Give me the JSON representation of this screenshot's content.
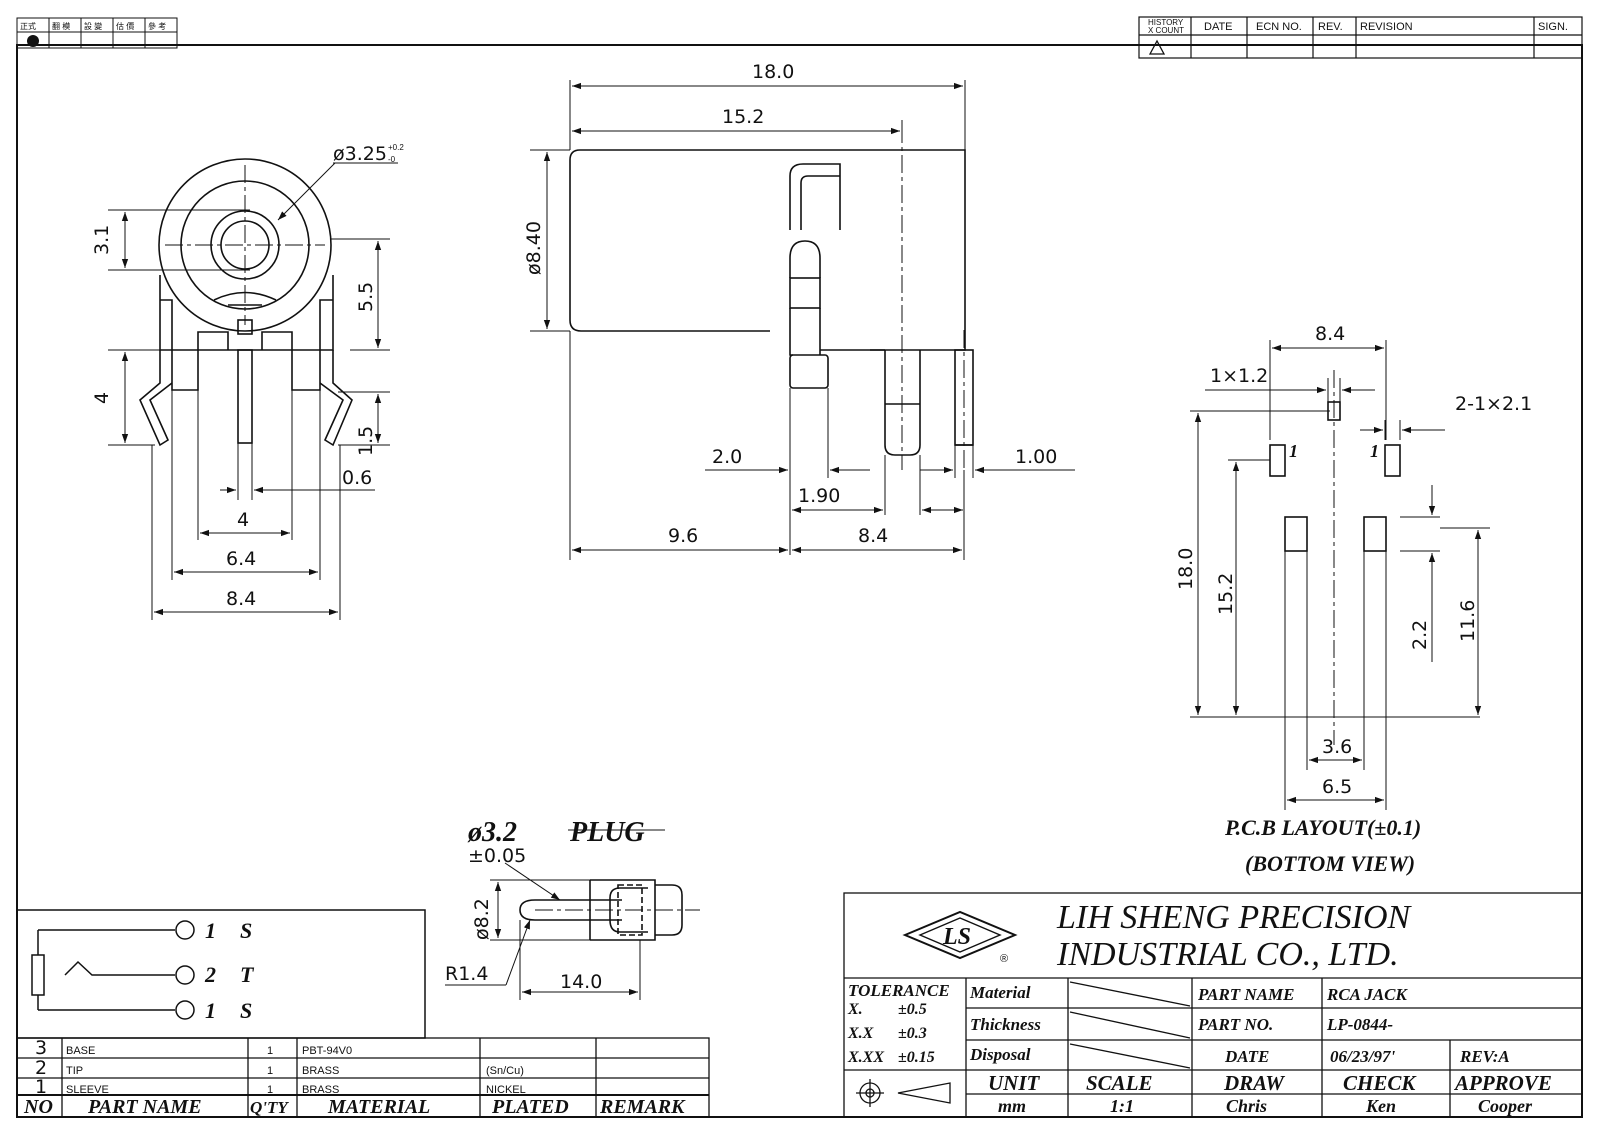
{
  "top_stamp": {
    "cells": [
      "正式",
      "翻 模",
      "設 變",
      "估 價",
      "參 考"
    ]
  },
  "revision_header": {
    "history": "HISTORY",
    "xcount": "X COUNT",
    "date": "DATE",
    "ecn": "ECN NO.",
    "rev": "REV.",
    "revision": "REVISION",
    "sign": "SIGN."
  },
  "dims": {
    "front_dia": "ø3.25",
    "front_dia_tol_plus": "+0.2",
    "front_dia_tol_minus": "-0",
    "d_3_1": "3.1",
    "d_5_5": "5.5",
    "d_4v": "4",
    "d_1_5": "1.5",
    "d_0_6": "0.6",
    "d_4h": "4",
    "d_6_4": "6.4",
    "d_8_4_front": "8.4",
    "side_18": "18.0",
    "side_15_2": "15.2",
    "side_dia": "ø8.40",
    "side_2_0": "2.0",
    "side_1_90": "1.90",
    "side_1_00": "1.00",
    "side_9_6": "9.6",
    "side_8_4": "8.4",
    "pcb_8_4": "8.4",
    "pcb_1x1_2": "1×1.2",
    "pcb_2_1x2_1": "2-1×2.1",
    "pcb_18": "18.0",
    "pcb_15_2": "15.2",
    "pcb_2_2": "2.2",
    "pcb_11_6": "11.6",
    "pcb_3_6": "3.6",
    "pcb_6_5": "6.5",
    "pcb_mark_1a": "1",
    "pcb_mark_1b": "1"
  },
  "pcb_caption": {
    "line1": "P.C.B LAYOUT(±0.1)",
    "line2": "(BOTTOM VIEW)"
  },
  "plug": {
    "dia": "ø3.2",
    "tol": "±0.05",
    "title": "PLUG",
    "d_8_2": "ø8.2",
    "r_1_4": "R1.4",
    "len_14": "14.0"
  },
  "schematic": {
    "pins": [
      {
        "num": "1",
        "name": "S"
      },
      {
        "num": "2",
        "name": "T"
      },
      {
        "num": "1",
        "name": "S"
      }
    ]
  },
  "bom": {
    "header": {
      "no": "NO",
      "part_name": "PART NAME",
      "qty": "Q'TY",
      "material": "MATERIAL",
      "plated": "PLATED",
      "remark": "REMARK"
    },
    "rows": [
      {
        "no": "3",
        "part": "BASE",
        "qty": "1",
        "material": "PBT-94V0",
        "plated": "",
        "remark": ""
      },
      {
        "no": "2",
        "part": "TIP",
        "qty": "1",
        "material": "BRASS",
        "plated": "(Sn/Cu)",
        "remark": ""
      },
      {
        "no": "1",
        "part": "SLEEVE",
        "qty": "1",
        "material": "BRASS",
        "plated": "NICKEL",
        "remark": ""
      }
    ]
  },
  "title_block": {
    "company_line1": "LIH SHENG PRECISION",
    "company_line2": "INDUSTRIAL CO., LTD.",
    "logo_letters": "LS",
    "registered": "®",
    "tolerance_title": "TOLERANCE",
    "tol_x_label": "X.",
    "tol_x_value": "±0.5",
    "tol_xx_label": "X.X",
    "tol_xx_value": "±0.3",
    "tol_xxx_label": "X.XX",
    "tol_xxx_value": "±0.15",
    "material_label": "Material",
    "thickness_label": "Thickness",
    "disposal_label": "Disposal",
    "part_name_label": "PART NAME",
    "part_name_value": "RCA JACK",
    "part_no_label": "PART NO.",
    "part_no_value": "LP-0844-",
    "date_label": "DATE",
    "date_value": "06/23/97'",
    "rev_value": "REV:A",
    "unit_label": "UNIT",
    "unit_value": "mm",
    "scale_label": "SCALE",
    "scale_value": "1:1",
    "draw_label": "DRAW",
    "draw_value": "Chris",
    "check_label": "CHECK",
    "check_value": "Ken",
    "approve_label": "APPROVE",
    "approve_value": "Cooper"
  }
}
